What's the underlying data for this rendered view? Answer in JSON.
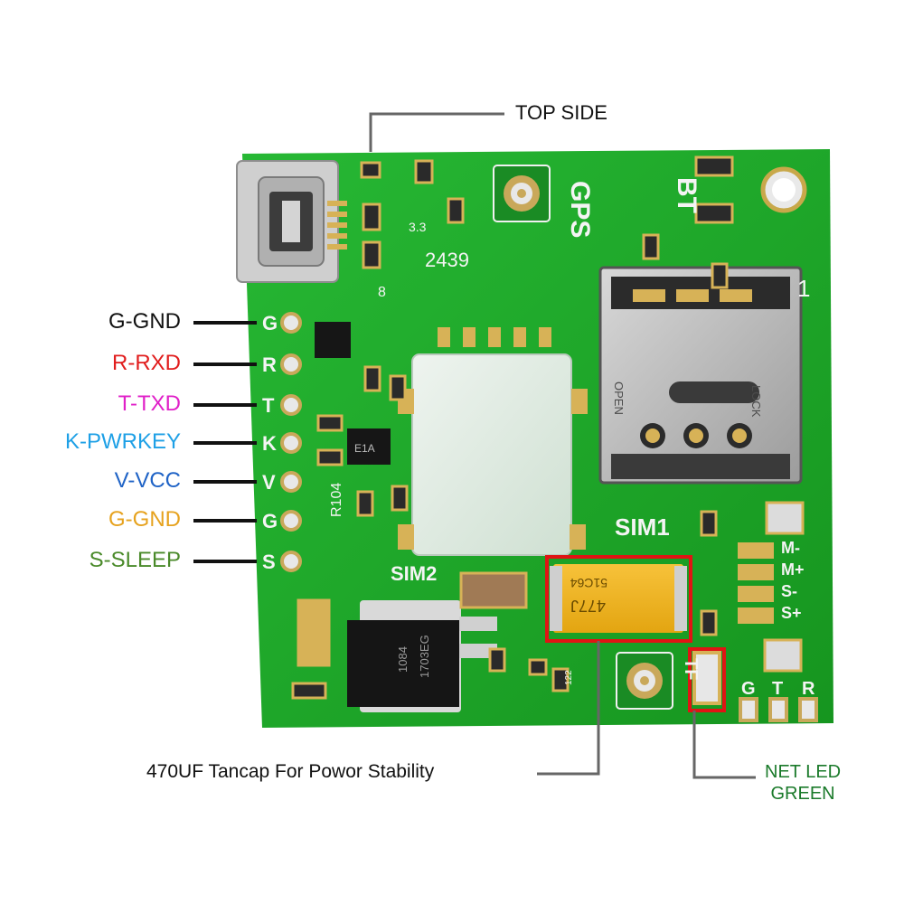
{
  "callouts": {
    "top_side": "TOP SIDE",
    "tancap": "470UF Tancap For Powor Stability",
    "net_led": [
      "NET LED",
      "GREEN"
    ]
  },
  "pins": [
    {
      "label": "G-GND",
      "color": "#111111",
      "silk": "G"
    },
    {
      "label": "R-RXD",
      "color": "#e11d1d",
      "silk": "R"
    },
    {
      "label": "T-TXD",
      "color": "#e020c8",
      "silk": "T"
    },
    {
      "label": "K-PWRKEY",
      "color": "#1ea0e6",
      "silk": "K"
    },
    {
      "label": "V-VCC",
      "color": "#1f63c6",
      "silk": "V"
    },
    {
      "label": "G-GND",
      "color": "#e6a21e",
      "silk": "G"
    },
    {
      "label": "S-SLEEP",
      "color": "#4a8a2a",
      "silk": "S"
    }
  ],
  "board_silkscreen": {
    "gps": "GPS",
    "bt": "BT",
    "sim1": "SIM1",
    "sim2": "SIM2",
    "r104": "R104",
    "num_2439": "2439",
    "num_3_3": "3.3",
    "num_1": "1",
    "num_8": "8",
    "open": "OPEN",
    "lock": "LOCK",
    "regulator_text": [
      "1084",
      "1703EG"
    ],
    "cap_marking": [
      "477J",
      "51C64"
    ],
    "ic_marking": "E1A",
    "audio_pads": [
      "M-",
      "M+",
      "S-",
      "S+"
    ],
    "bottom_pins": [
      "G",
      "T",
      "R"
    ],
    "small_122": "122",
    "tf": "TF",
    "corner_1": "1"
  },
  "colors": {
    "board": "#1fae2e",
    "highlight": "#e01414",
    "callout_line": "#666666",
    "net_led_text": "#1a7a2a"
  }
}
